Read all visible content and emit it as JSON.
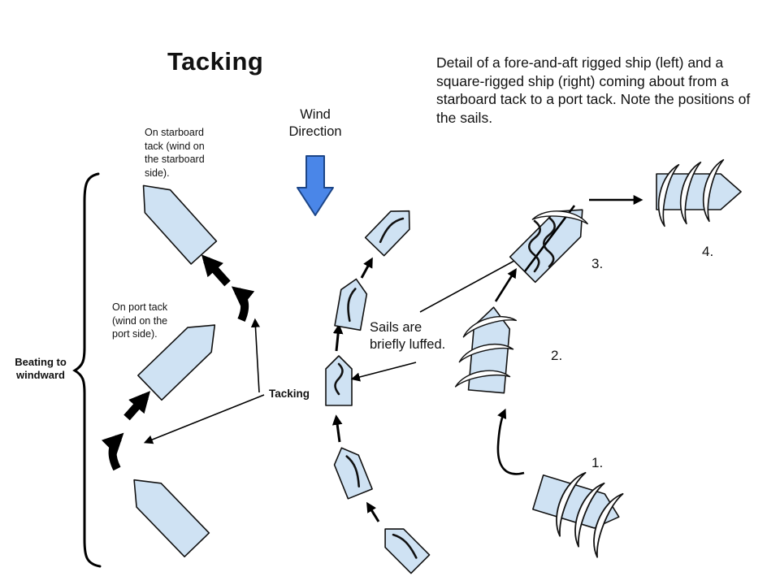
{
  "title": "Tacking",
  "header_note": "Detail of a fore-and-aft rigged ship (left) and a square-rigged ship (right) coming about from a starboard tack to a port tack. Note the positions of the sails.",
  "wind": {
    "label": "Wind Direction"
  },
  "annotations": {
    "starboard": "On starboard tack (wind on the starboard side).",
    "port": "On port tack (wind on the port side).",
    "beating": "Beating to windward",
    "tacking": "Tacking",
    "luffed": "Sails are briefly luffed."
  },
  "sequence_numbers": [
    "1.",
    "2.",
    "3.",
    "4."
  ],
  "colors": {
    "hull_fill": "#cfe2f3",
    "sail_fill": "#ffffff",
    "outline": "#111111",
    "wind_arrow_fill": "#4a86e8",
    "wind_arrow_stroke": "#1c4587"
  }
}
